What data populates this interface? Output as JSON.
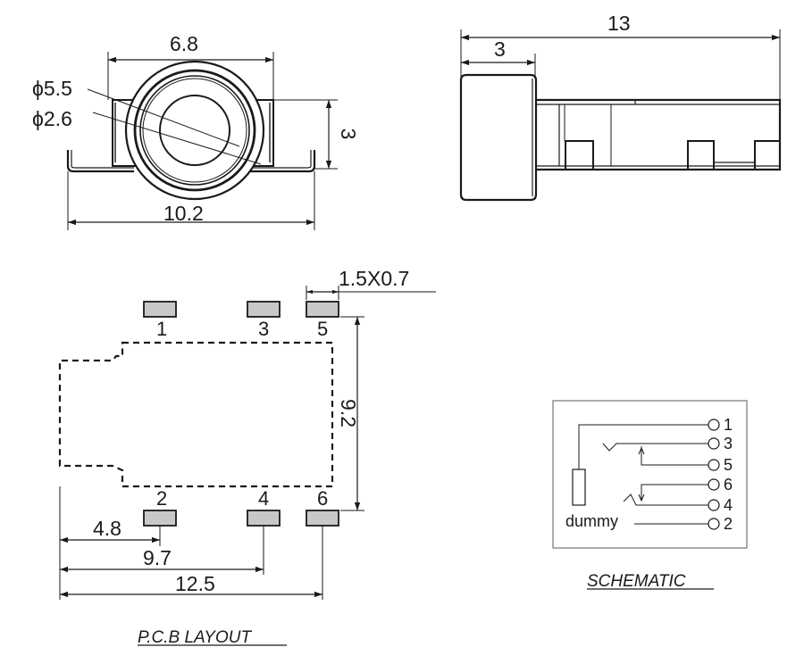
{
  "front_view": {
    "dim_width": "6.8",
    "dim_outer_dia": "ϕ5.5",
    "dim_inner_dia": "ϕ2.6",
    "dim_height": "3",
    "dim_total_width": "10.2"
  },
  "side_view": {
    "dim_length": "13",
    "dim_flange": "3"
  },
  "pcb_layout": {
    "pad_size": "1.5X0.7",
    "pin_labels": [
      "1",
      "3",
      "5",
      "2",
      "4",
      "6"
    ],
    "dim_span": "9.2",
    "dim_a": "4.8",
    "dim_b": "9.7",
    "dim_c": "12.5",
    "caption": "P.C.B LAYOUT"
  },
  "schematic": {
    "pin_labels": [
      "1",
      "3",
      "5",
      "6",
      "4",
      "2"
    ],
    "dummy_label": "dummy",
    "caption": "SCHEMATIC"
  },
  "colors": {
    "line": "#1a1a1a",
    "pad_fill": "#c8c8c8",
    "frame": "#888888"
  }
}
